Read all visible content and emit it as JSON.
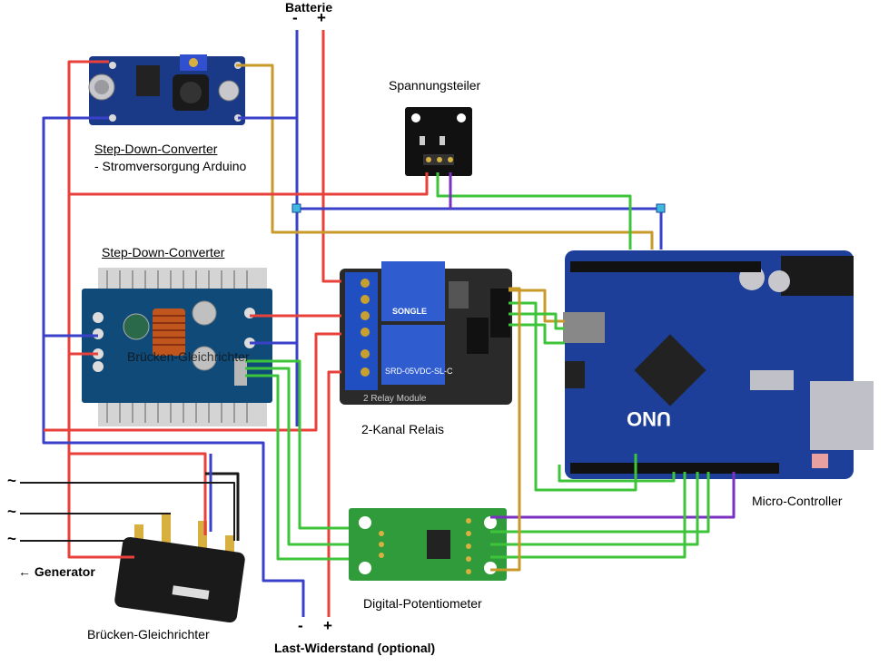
{
  "labels": {
    "battery": "Batterie",
    "battery_minus": "-",
    "battery_plus": "+",
    "voltage_divider": "Spannungsteiler",
    "stepdown1_line1": "Step-Down-Converter",
    "stepdown1_line2": "- Stromversorgung Arduino",
    "stepdown2": "Step-Down-Converter",
    "relay": "2-Kanal Relais",
    "relay_silk": "2 Relay Module",
    "relay_brand": "SONGLE",
    "relay_spec": "SRD-05VDC-SL-C",
    "microcontroller": "Micro-Controller",
    "uno": "UNO",
    "generator": "← Generator",
    "ac1": "~",
    "ac2": "~",
    "ac3": "~",
    "bridge": "Brücken-Gleichrichter",
    "digipot": "Digital-Potentiometer",
    "load": "Last-Widerstand (optional)",
    "load_minus": "-",
    "load_plus": "+",
    "overlap_text": "Brücken-Gleichrichter"
  },
  "colors": {
    "red": "#e8403a",
    "blue": "#3b40c8",
    "green": "#3ec43a",
    "gold": "#c89a2a",
    "purple": "#7a30c0",
    "board_blue": "#1d3f9a",
    "digipot_green": "#2f9b3a"
  }
}
